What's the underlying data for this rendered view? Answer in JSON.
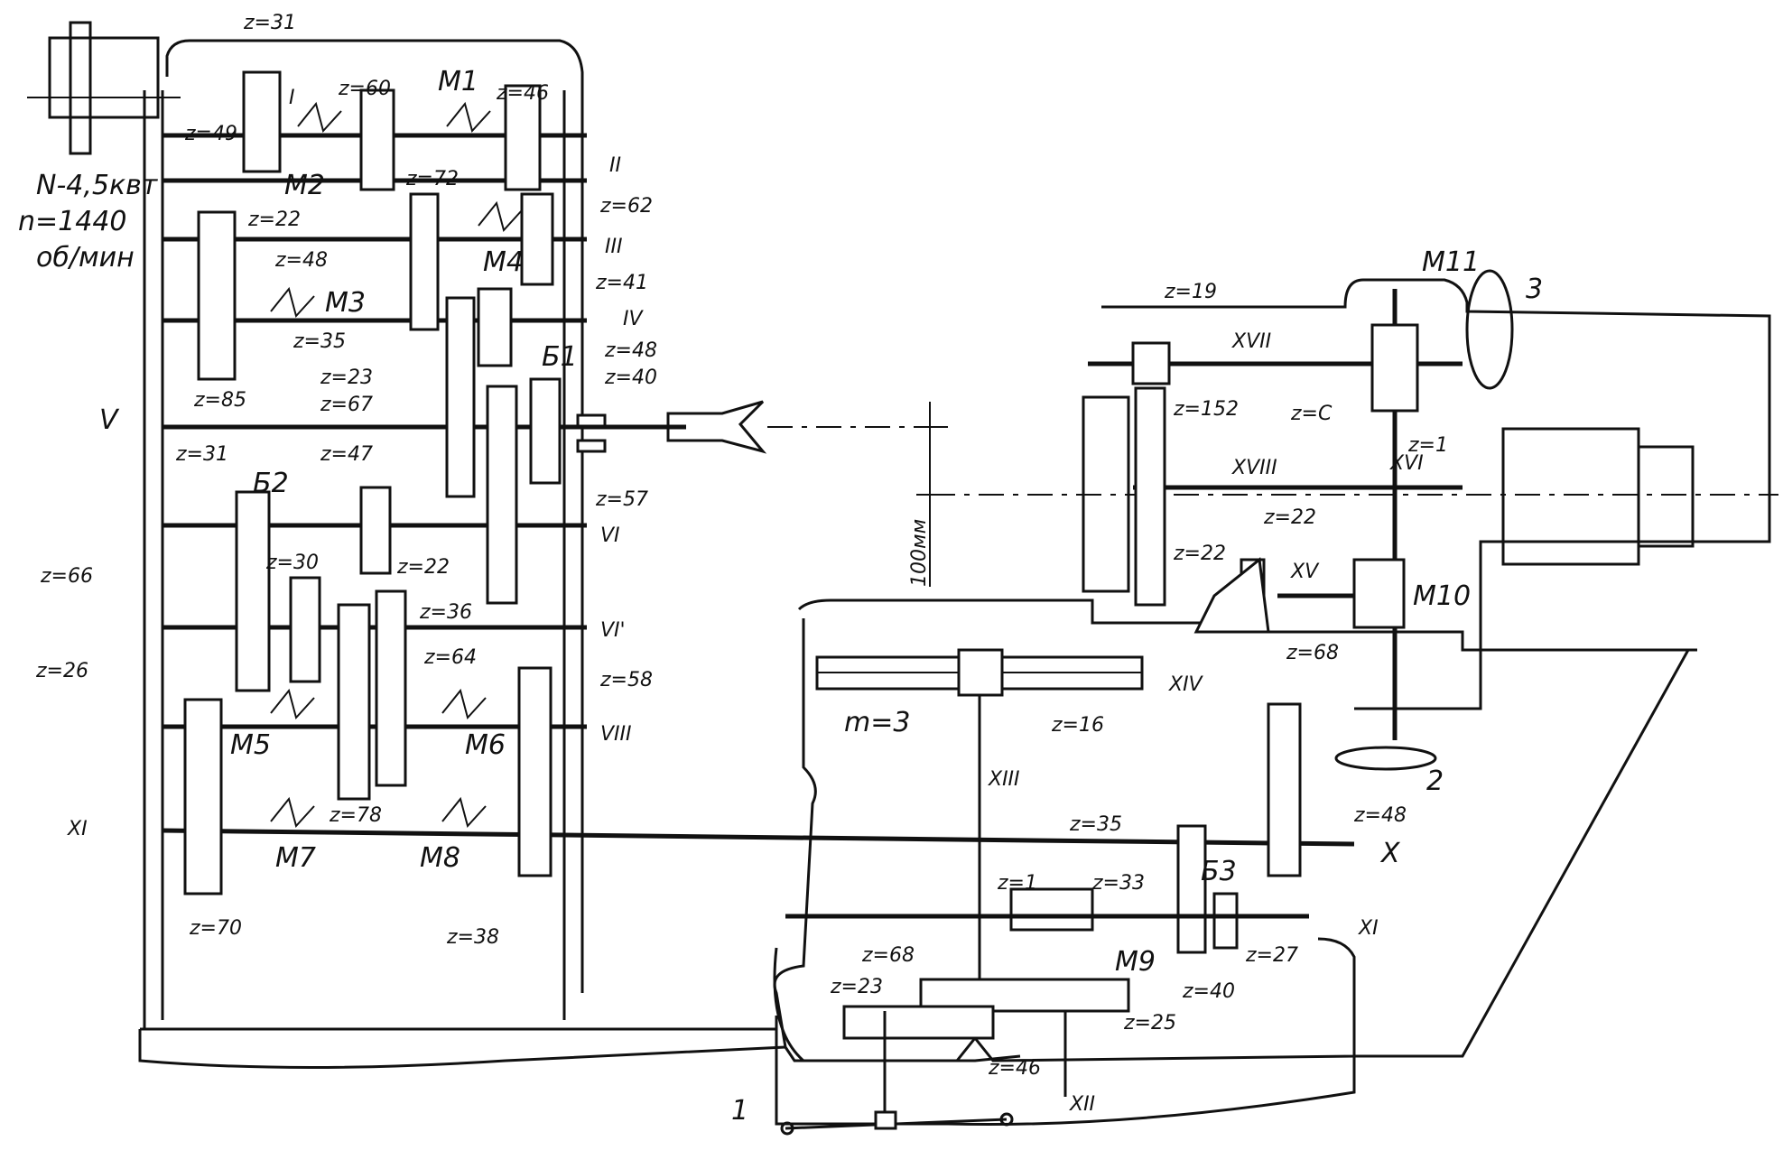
{
  "motor": {
    "power": "N-4,5квт",
    "speed": "n=1440",
    "speed_unit": "об/мин"
  },
  "gear_labels": [
    {
      "id": "z31a",
      "text": "z=31"
    },
    {
      "id": "z49",
      "text": "z=49"
    },
    {
      "id": "z60",
      "text": "z=60"
    },
    {
      "id": "z46",
      "text": "z=46"
    },
    {
      "id": "z72",
      "text": "z=72"
    },
    {
      "id": "z62",
      "text": "z=62"
    },
    {
      "id": "z22a",
      "text": "z=22"
    },
    {
      "id": "z48a",
      "text": "z=48"
    },
    {
      "id": "z41",
      "text": "z=41"
    },
    {
      "id": "z35a",
      "text": "z=35"
    },
    {
      "id": "z23a",
      "text": "z=23"
    },
    {
      "id": "z67",
      "text": "z=67"
    },
    {
      "id": "z48b",
      "text": "z=48"
    },
    {
      "id": "z40a",
      "text": "z=40"
    },
    {
      "id": "z85",
      "text": "z=85"
    },
    {
      "id": "z31b",
      "text": "z=31"
    },
    {
      "id": "z47",
      "text": "z=47"
    },
    {
      "id": "z57",
      "text": "z=57"
    },
    {
      "id": "z66",
      "text": "z=66"
    },
    {
      "id": "z30",
      "text": "z=30"
    },
    {
      "id": "z22b",
      "text": "z=22"
    },
    {
      "id": "z36",
      "text": "z=36"
    },
    {
      "id": "z64",
      "text": "z=64"
    },
    {
      "id": "z26",
      "text": "z=26"
    },
    {
      "id": "z58",
      "text": "z=58"
    },
    {
      "id": "z78",
      "text": "z=78"
    },
    {
      "id": "z70",
      "text": "z=70"
    },
    {
      "id": "z38",
      "text": "z=38"
    },
    {
      "id": "z19",
      "text": "z=19"
    },
    {
      "id": "z152",
      "text": "z=152"
    },
    {
      "id": "zc",
      "text": "z=C"
    },
    {
      "id": "z1a",
      "text": "z=1"
    },
    {
      "id": "z22c",
      "text": "z=22"
    },
    {
      "id": "z22d",
      "text": "z=22"
    },
    {
      "id": "z68a",
      "text": "z=68"
    },
    {
      "id": "z16",
      "text": "z=16"
    },
    {
      "id": "z35b",
      "text": "z=35"
    },
    {
      "id": "z48c",
      "text": "z=48"
    },
    {
      "id": "z1b",
      "text": "z=1"
    },
    {
      "id": "z33",
      "text": "z=33"
    },
    {
      "id": "z27",
      "text": "z=27"
    },
    {
      "id": "z68b",
      "text": "z=68"
    },
    {
      "id": "z40b",
      "text": "z=40"
    },
    {
      "id": "z23b",
      "text": "z=23"
    },
    {
      "id": "z25",
      "text": "z=25"
    },
    {
      "id": "z46b",
      "text": "z=46"
    }
  ],
  "shaft_labels": [
    {
      "id": "I",
      "text": "I"
    },
    {
      "id": "II",
      "text": "II"
    },
    {
      "id": "III",
      "text": "III"
    },
    {
      "id": "IV",
      "text": "IV"
    },
    {
      "id": "V",
      "text": "V"
    },
    {
      "id": "VI",
      "text": "VI"
    },
    {
      "id": "VII",
      "text": "VI'"
    },
    {
      "id": "VIII",
      "text": "VIII"
    },
    {
      "id": "XIa",
      "text": "XI"
    },
    {
      "id": "XIb",
      "text": "XI"
    },
    {
      "id": "X",
      "text": "X"
    },
    {
      "id": "XII",
      "text": "XII"
    },
    {
      "id": "XIII",
      "text": "XIII"
    },
    {
      "id": "XIV",
      "text": "XIV"
    },
    {
      "id": "XV",
      "text": "XV"
    },
    {
      "id": "XVI",
      "text": "XVI"
    },
    {
      "id": "XVII",
      "text": "XVII"
    },
    {
      "id": "XVIII",
      "text": "XVIII"
    }
  ],
  "clutch_labels": [
    {
      "id": "M1",
      "text": "M1"
    },
    {
      "id": "M2",
      "text": "M2"
    },
    {
      "id": "M3",
      "text": "M3"
    },
    {
      "id": "M4",
      "text": "M4"
    },
    {
      "id": "M5",
      "text": "M5"
    },
    {
      "id": "M6",
      "text": "M6"
    },
    {
      "id": "M7",
      "text": "M7"
    },
    {
      "id": "M8",
      "text": "M8"
    },
    {
      "id": "M9",
      "text": "M9"
    },
    {
      "id": "M10",
      "text": "M10"
    },
    {
      "id": "M11",
      "text": "M11"
    }
  ],
  "block_labels": [
    {
      "id": "B1",
      "text": "Б1"
    },
    {
      "id": "B2",
      "text": "Б2"
    },
    {
      "id": "B3",
      "text": "Б3"
    }
  ],
  "rack": {
    "module": "m=3"
  },
  "dimension": {
    "text": "100мм"
  },
  "handles": [
    {
      "id": "h1",
      "text": "1"
    },
    {
      "id": "h2",
      "text": "2"
    },
    {
      "id": "h3",
      "text": "3"
    }
  ],
  "colors": {
    "ink": "#111111",
    "paper": "#ffffff"
  }
}
